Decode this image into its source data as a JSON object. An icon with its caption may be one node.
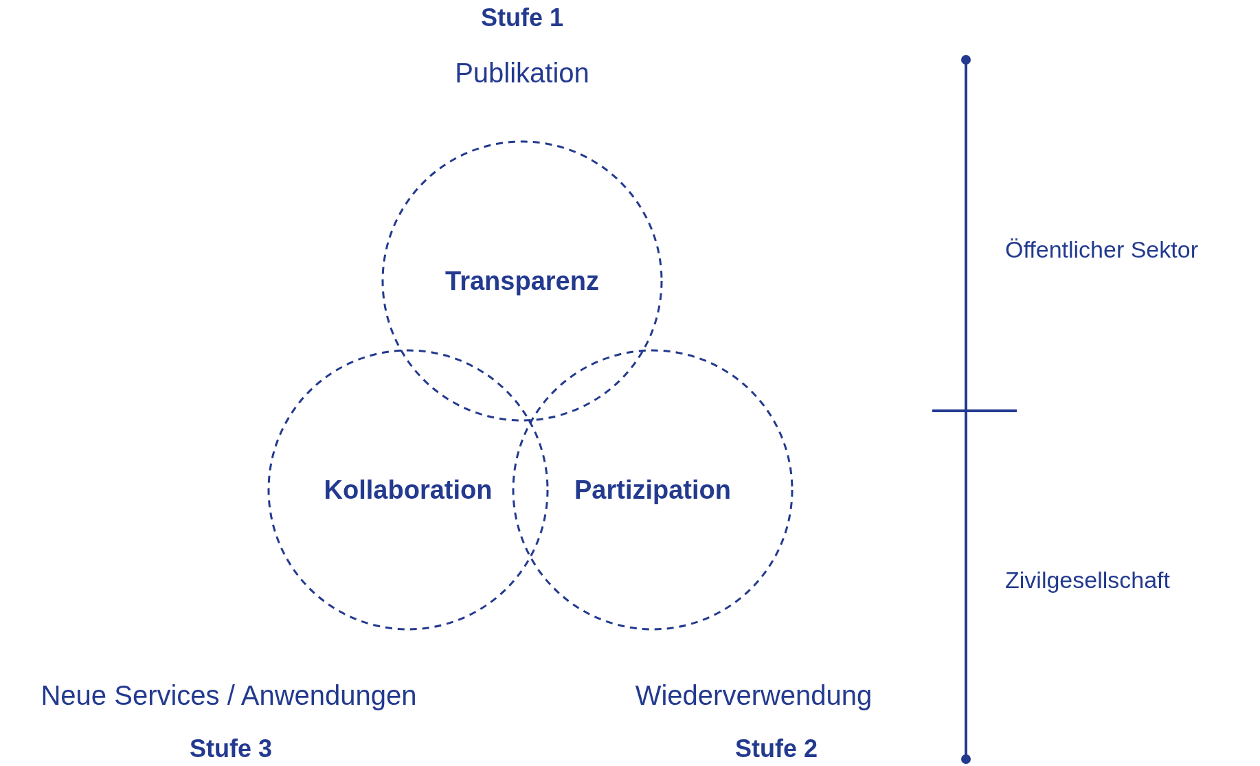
{
  "diagram": {
    "nodes": [
      {
        "text": [
          "Transparenz"
        ],
        "beside": [
          "Stufe 1",
          "Publikation"
        ]
      },
      {
        "text": [
          "Kollaboration"
        ],
        "beside": [
          "Neue Services / Anwendungen",
          "Stufe 3"
        ]
      },
      {
        "text": [
          "Partizipation"
        ],
        "beside": [
          "Wiederverwendung",
          "Stufe 2"
        ]
      }
    ],
    "labels": [
      "Öffentlicher Sektor",
      "Zivilgesellschaft"
    ]
  }
}
